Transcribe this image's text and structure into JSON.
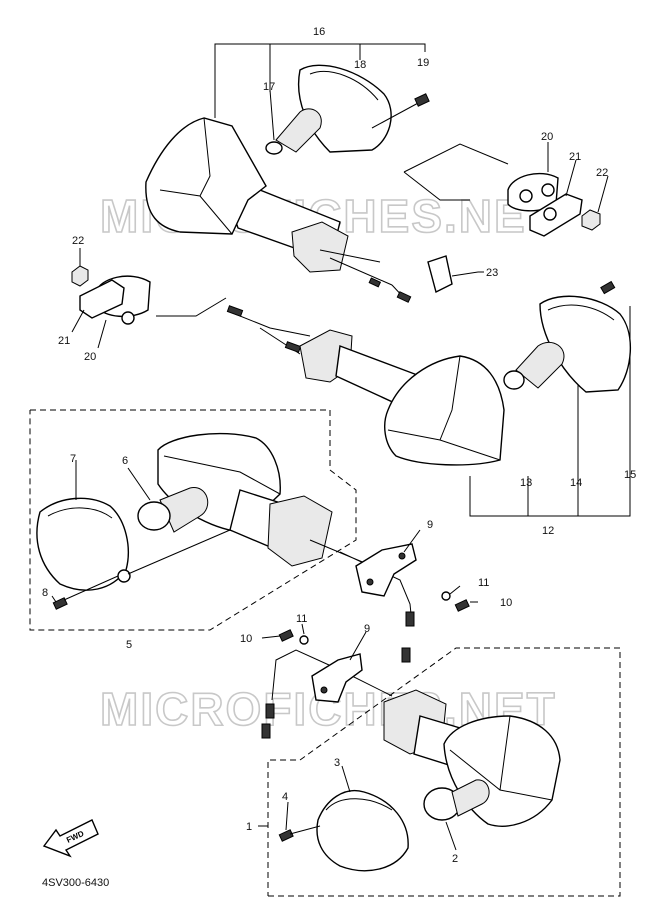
{
  "watermark_top": "MICROFICHES.NET",
  "watermark_bottom": "MICROFICHES.NET",
  "diagram_code": "4SV300-6430",
  "fwd_label": "FWD",
  "callouts": {
    "c1": "1",
    "c2": "2",
    "c3": "3",
    "c4": "4",
    "c5": "5",
    "c6": "6",
    "c7": "7",
    "c8": "8",
    "c9a": "9",
    "c9b": "9",
    "c10a": "10",
    "c10b": "10",
    "c11a": "11",
    "c11b": "11",
    "c12": "12",
    "c13": "13",
    "c14": "14",
    "c15": "15",
    "c16": "16",
    "c17": "17",
    "c18": "18",
    "c19": "19",
    "c20a": "20",
    "c20b": "20",
    "c21a": "21",
    "c21b": "21",
    "c22a": "22",
    "c22b": "22",
    "c23": "23"
  }
}
